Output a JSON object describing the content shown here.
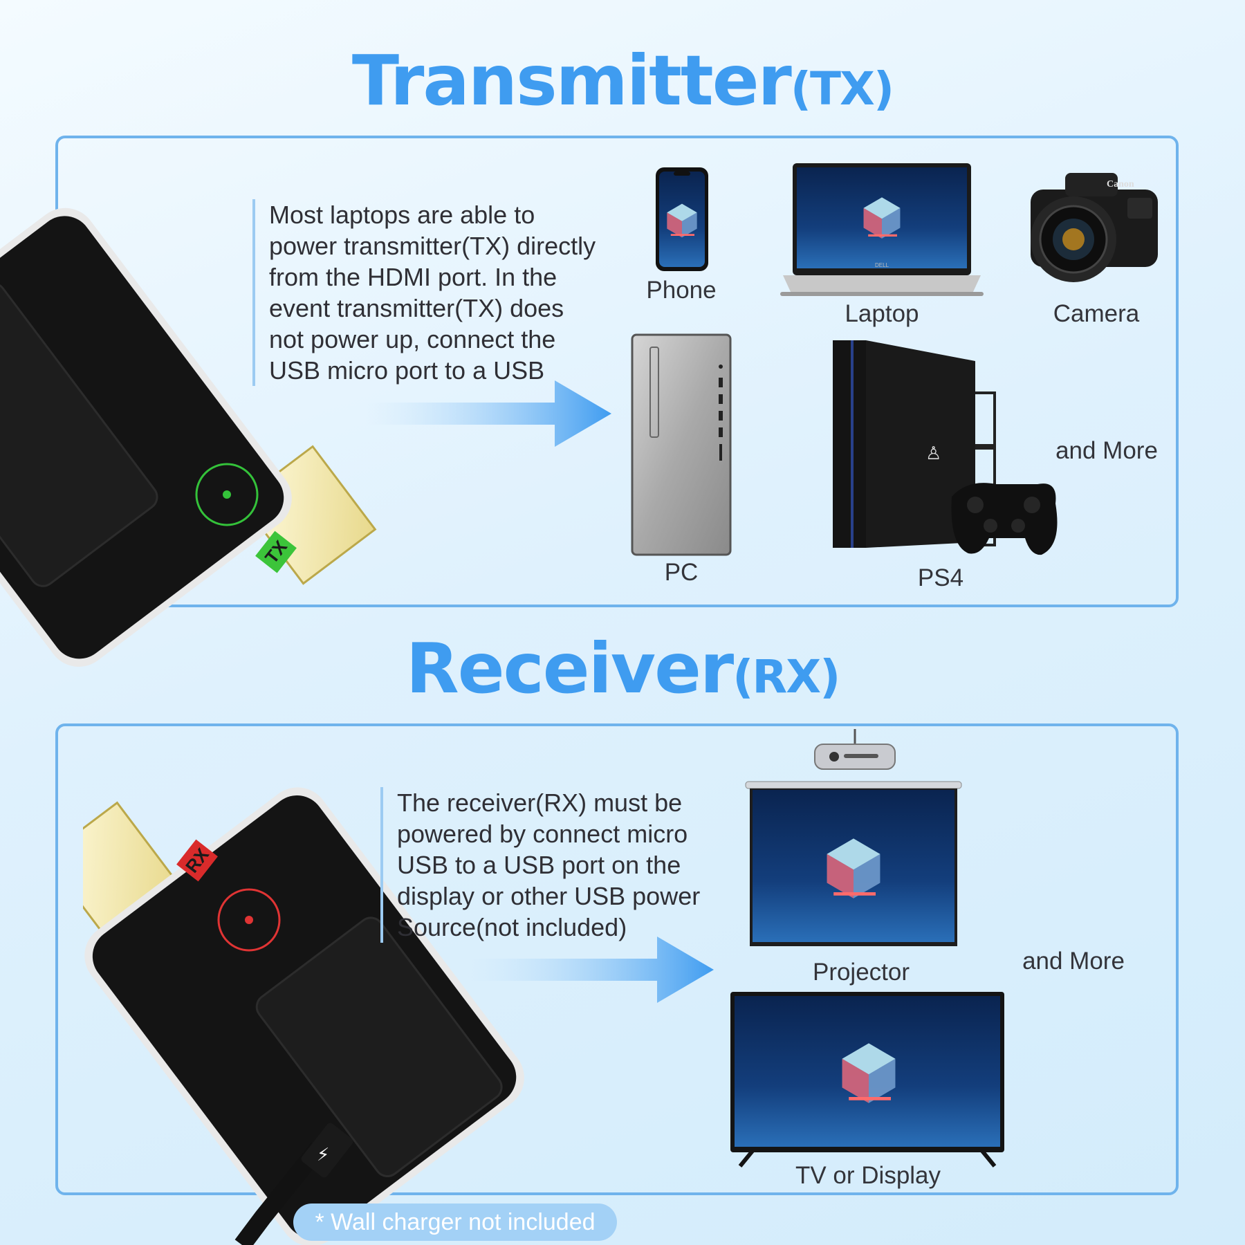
{
  "transmitter": {
    "heading_main": "Transmitter",
    "heading_suffix": "(TX)",
    "description": "Most laptops are able to\npower transmitter(TX) directly\nfrom the HDMI port. In the\nevent transmitter(TX) does\nnot power up, connect the\nUSB micro port to a USB",
    "badge": "TX",
    "devices": {
      "phone": "Phone",
      "laptop": "Laptop",
      "camera": "Camera",
      "pc": "PC",
      "ps4": "PS4",
      "more": "and More"
    },
    "laptop_brand": "DELL",
    "camera_brand": "Canon"
  },
  "receiver": {
    "heading_main": "Receiver",
    "heading_suffix": "(RX)",
    "description": "The  receiver(RX) must be\npowered by connect micro\nUSB to a USB port on the\ndisplay or other USB power\nSource(not included)",
    "badge": "RX",
    "devices": {
      "projector": "Projector",
      "tv": "TV or Display",
      "more": "and More"
    }
  },
  "footnote": "* Wall charger not included",
  "colors": {
    "accent": "#3f9cf0",
    "panel_border": "#6fb3ec",
    "tx_badge": "#3cc43a",
    "rx_badge": "#d92b2b"
  }
}
